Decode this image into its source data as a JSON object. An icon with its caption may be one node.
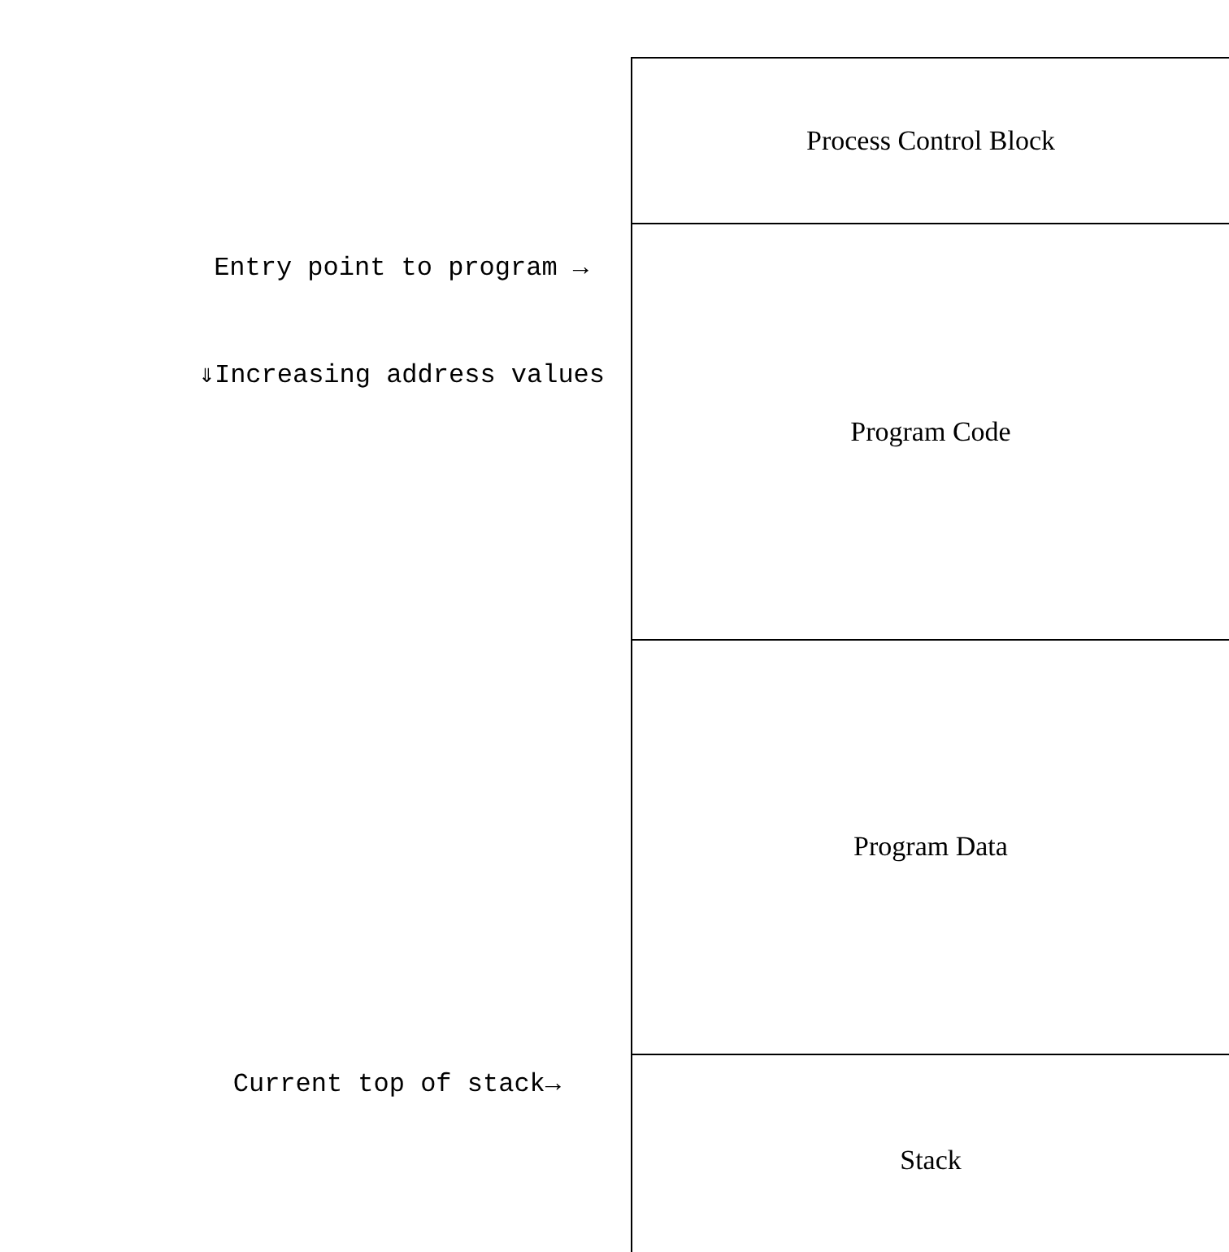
{
  "diagram": {
    "nodes": [
      {
        "text": [
          "Process Control Block"
        ]
      },
      {
        "text": [
          "Program Code"
        ]
      },
      {
        "text": [
          "Program Data"
        ]
      },
      {
        "text": [
          "Stack"
        ]
      }
    ],
    "labels": [
      "Entry point to program →",
      "⇓Increasing address values",
      "Current top of stack→"
    ]
  }
}
